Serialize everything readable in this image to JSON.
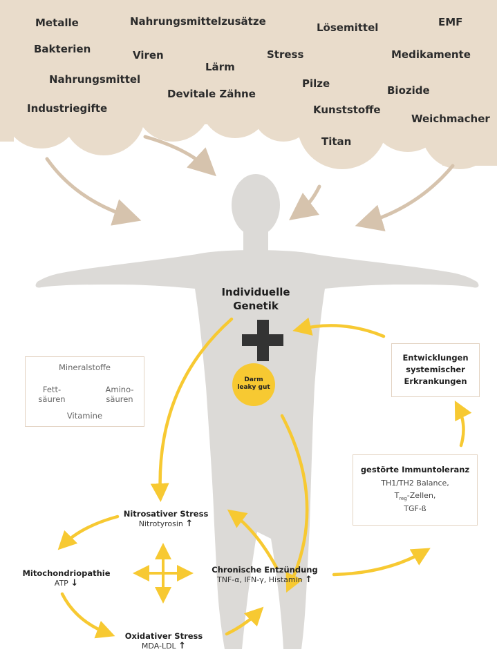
{
  "cloud_words": [
    "Metalle",
    "Nahrungsmittelzusätze",
    "Lösemittel",
    "EMF",
    "Bakterien",
    "Viren",
    "Stress",
    "Medikamente",
    "Lärm",
    "Nahrungsmittel",
    "Pilze",
    "Biozide",
    "Devitale Zähne",
    "Industriegifte",
    "Kunststoffe",
    "Weichmacher",
    "Titan"
  ],
  "genetics": {
    "line1": "Individuelle",
    "line2": "Genetik"
  },
  "gut": {
    "line1": "Darm",
    "line2": "leaky gut"
  },
  "nutrients": {
    "top": "Mineralstoffe",
    "left1": "Fett-",
    "left2": "säuren",
    "right1": "Amino-",
    "right2": "säuren",
    "bottom": "Vitamine"
  },
  "systemic": {
    "line1": "Entwicklungen",
    "line2": "systemischer",
    "line3": "Erkrankungen"
  },
  "immune": {
    "title": "gestörte Immuntoleranz",
    "line1": "TH1/TH2 Balance,",
    "treg_t": "T",
    "treg_sub": "reg",
    "treg_rest": "-Zellen,",
    "line3": "TGF-ß"
  },
  "nitrosative": {
    "title": "Nitrosativer Stress",
    "sub": "Nitrotyrosin",
    "arrow": "↑"
  },
  "mito": {
    "title": "Mitochondriopathie",
    "sub": "ATP",
    "arrow": "↓"
  },
  "inflammation": {
    "title": "Chronische Entzündung",
    "sub": "TNF-α, IFN-γ, Histamin",
    "arrow": "↑"
  },
  "oxidative": {
    "title": "Oxidativer Stress",
    "sub": "MDA-LDL",
    "arrow": "↑"
  },
  "colors": {
    "cloud": "#e9dccb",
    "body": "#dcdad7",
    "yellow": "#f7c932",
    "beige_arrow": "#d6c3ad",
    "cross": "#333333"
  }
}
